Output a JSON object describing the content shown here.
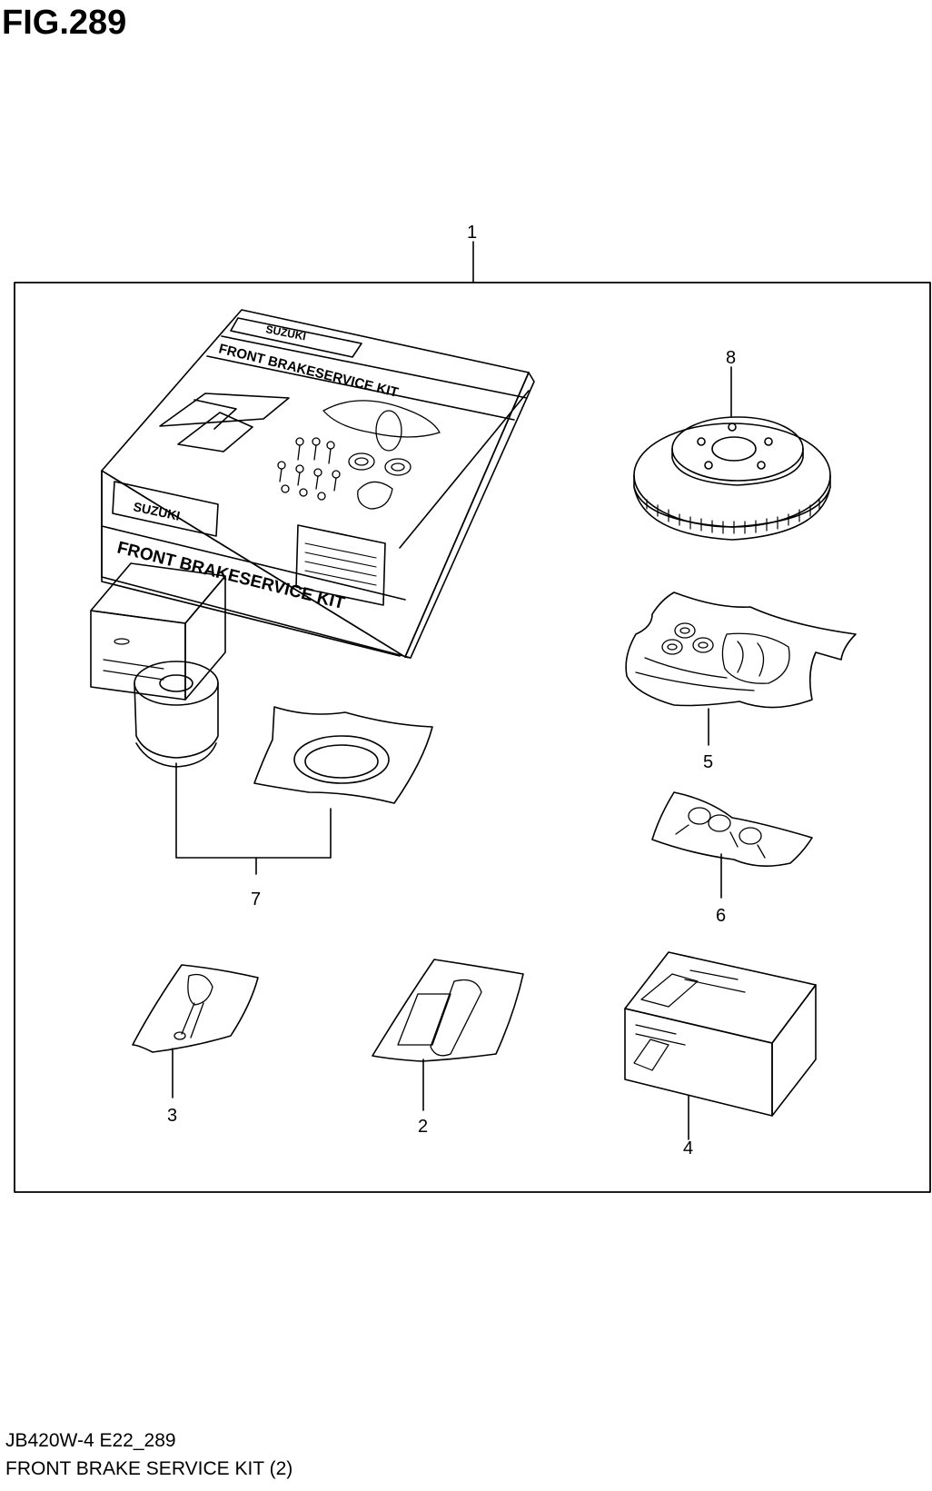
{
  "figure": {
    "title": "FIG.289"
  },
  "labels": {
    "box_brand": "SUZUKI",
    "box_text": "FRONT BRAKESERVICE KIT"
  },
  "callouts": [
    "1",
    "8",
    "5",
    "7",
    "6",
    "3",
    "2",
    "4"
  ],
  "footer": {
    "code": "JB420W-4 E22_289",
    "title": "FRONT BRAKE SERVICE KIT (2)"
  },
  "colors": {
    "line": "#000000",
    "background": "#ffffff"
  }
}
